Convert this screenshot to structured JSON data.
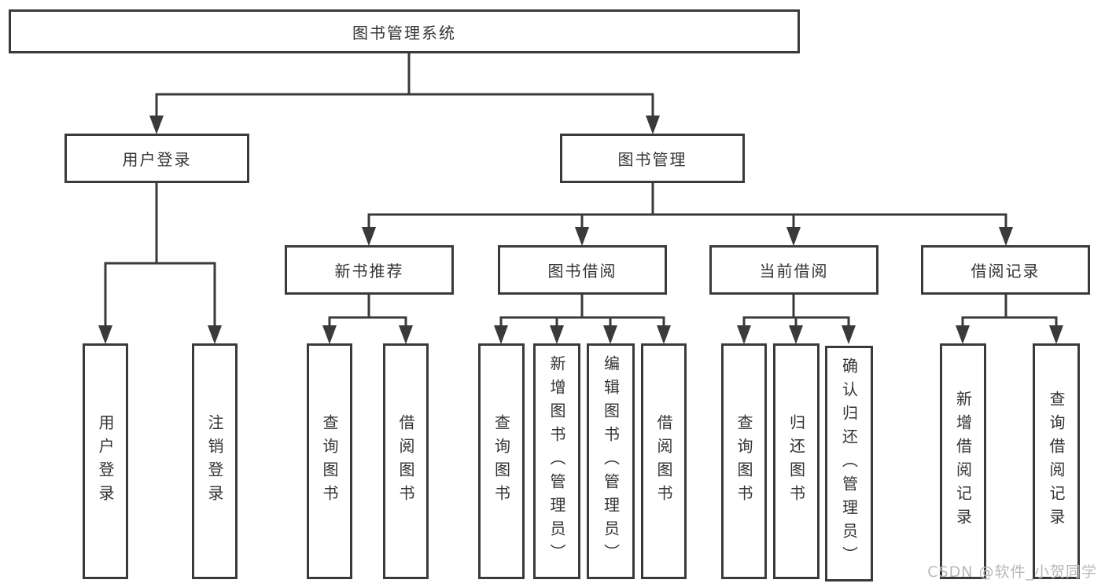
{
  "diagram": {
    "root": "图书管理系统",
    "level2": [
      "用户登录",
      "图书管理"
    ],
    "level3": [
      "新书推荐",
      "图书借阅",
      "当前借阅",
      "借阅记录"
    ],
    "leaves": {
      "user_login": [
        "用户登录",
        "注销登录"
      ],
      "new_books": [
        "查询图书",
        "借阅图书"
      ],
      "book_borrow": [
        "查询图书",
        "新增图书（管理员）",
        "编辑图书（管理员）",
        "借阅图书"
      ],
      "current_borrow": [
        "查询图书",
        "归还图书",
        "确认归还（管理员）"
      ],
      "borrow_records": [
        "新增借阅记录",
        "查询借阅记录"
      ]
    }
  },
  "watermark": "CSDN @软件_小贺同学",
  "colors": {
    "line": "#3a3a3a",
    "text": "#333333",
    "watermark": "#b8b8b8",
    "bg": "#ffffff"
  }
}
